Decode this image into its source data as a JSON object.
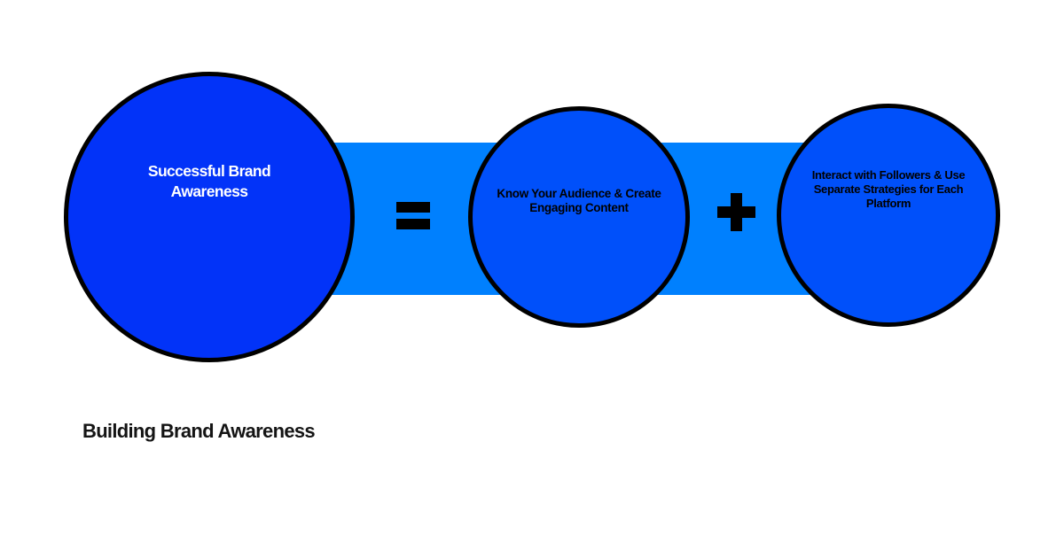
{
  "page": {
    "background": "#ffffff"
  },
  "title": {
    "text": "Building Brand Awareness"
  },
  "equation": {
    "result": {
      "label": "Successful Brand Awareness",
      "lines": [
        "Successful Brand",
        "Awareness"
      ],
      "fill": "#0233F8",
      "text_color": "#ffffff"
    },
    "operators": {
      "equals": "=",
      "plus": "+"
    },
    "term1": {
      "label": "Know Your Audience & Create Engaging Content",
      "lines": [
        "Know Your Audience & Create",
        "Engaging Content"
      ],
      "fill": "#0050FA",
      "text_color": "#000000"
    },
    "term2": {
      "label": "Interact with Followers & Use Separate Strategies for Each Platform",
      "lines": [
        "Interact with Followers & Use",
        "Separate Strategies for Each",
        "Platform"
      ],
      "fill": "#0050FA",
      "text_color": "#000000"
    },
    "band_color": "#0080FE",
    "outline_color": "#000000"
  }
}
